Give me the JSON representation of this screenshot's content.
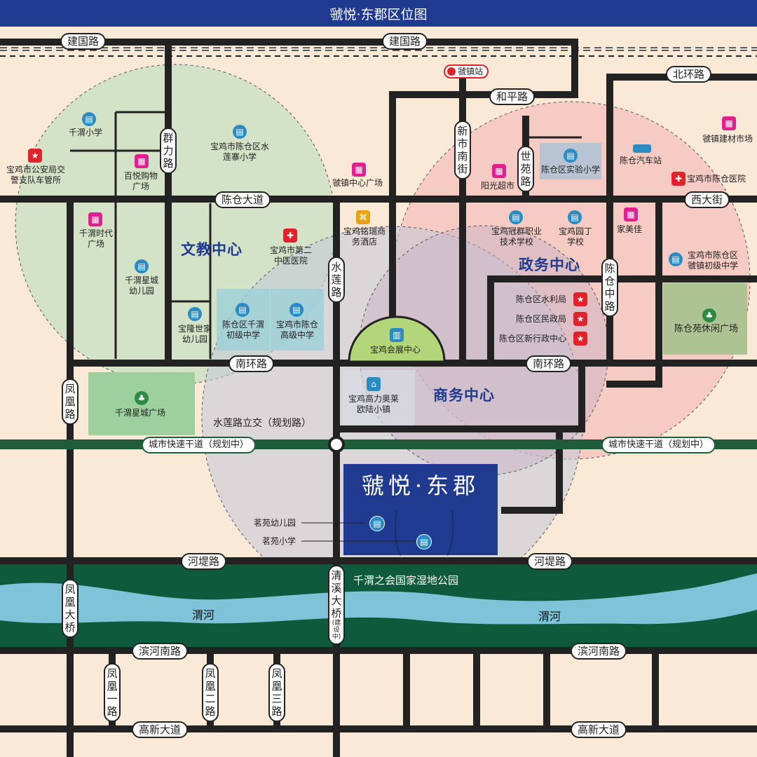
{
  "title": "虢悦·东郡区位图",
  "project_name": "虢悦·东郡",
  "roads": {
    "jianguo_1": "建国路",
    "jianguo_2": "建国路",
    "beihuan": "北环路",
    "heping": "和平路",
    "xinshinan": "新市南街",
    "qunli": "群力路",
    "shiyuan": "世苑路",
    "chencang_avenue": "陈仓大道",
    "xida": "西大街",
    "shuilian": "水莲路",
    "chencangzhong": "陈仓中路",
    "nanhuan_1": "南环路",
    "nanhuan_2": "南环路",
    "fenghuang": "凤凰路",
    "expressway_1": "城市快速干道（规划中）",
    "expressway_2": "城市快速干道（规划中）",
    "shuilian_interchange": "水莲路立交（规划路）",
    "hedi_1": "河堤路",
    "hedi_2": "河堤路",
    "fenghuang_bridge": "凤凰大桥",
    "qingxi_bridge": "清溪大桥",
    "qingxi_note": "(建设中)",
    "binhe_1": "滨河南路",
    "binhe_2": "滨河南路",
    "fenghuang1": "凤凰一路",
    "fenghuang2": "凤凰二路",
    "fenghuang3": "凤凰三路",
    "gaoxin_1": "高新大道",
    "gaoxin_2": "高新大道"
  },
  "zones": {
    "wenjiao": "文教中心",
    "zhengwu": "政务中心",
    "shangwu": "商务中心"
  },
  "station": "虢镇站",
  "river": {
    "name_1": "渭河",
    "name_2": "渭河",
    "wetland": "千渭之会国家湿地公园"
  },
  "pois": {
    "qianwei_primary": "千渭小学",
    "police": "宝鸡市公安局交警支队车管所",
    "baiyue": "百悦购物广场",
    "shuilianzhai": "宝鸡市陈仓区水莲寨小学",
    "guozhen_center": "虢镇中心广场",
    "yangguang": "阳光超市",
    "shiyan_primary": "陈仓区实验小学",
    "bus_station": "陈仓汽车站",
    "jiancai": "虢镇建材市场",
    "chencang_hospital": "宝鸡市陈仓医院",
    "qianwei_times": "千渭时代广场",
    "second_hospital": "宝鸡市第二中医医院",
    "mingrui": "宝鸡铭瑞商务酒店",
    "guanqun": "宝鸡冠群职业技术学校",
    "yuanding": "宝鸡园丁学校",
    "jiameijia": "家美佳",
    "guozhen_middle": "宝鸡市陈仓区虢镇初级中学",
    "xingcheng_kg": "千渭星城幼儿园",
    "baolong_kg": "宝隆世家幼儿园",
    "qianwei_middle": "陈仓区千渭初级中学",
    "chencang_high": "宝鸡市陈仓高级中学",
    "expo": "宝鸡会展中心",
    "water_bureau": "陈仓区水利局",
    "civil_bureau": "陈仓区民政局",
    "admin_center": "陈仓区新行政中心",
    "leisure_square": "陈仓苑休闲广场",
    "xingcheng_square": "千渭星城广场",
    "outlets": "宝鸡高力奥莱欧陆小镇",
    "mingyuan_kg": "茗苑幼儿园",
    "mingyuan_primary": "茗苑小学"
  },
  "colors": {
    "header_bg": "#1f3a8f",
    "project_bg": "#1f3a8f",
    "edu_circle": "#cde3c4",
    "gov_circle": "#f6c7c1",
    "biz_circle": "#c9ccd9",
    "expressway": "#1e5c3a",
    "river": "#7fc3d9",
    "wetland": "#0f5a3c",
    "park": "#9dd09e"
  },
  "icons": [
    "education-icon",
    "shopping-icon",
    "hospital-icon",
    "government-icon",
    "park-icon",
    "hotel-icon",
    "railway-station-icon",
    "bus-icon",
    "house-icon"
  ]
}
